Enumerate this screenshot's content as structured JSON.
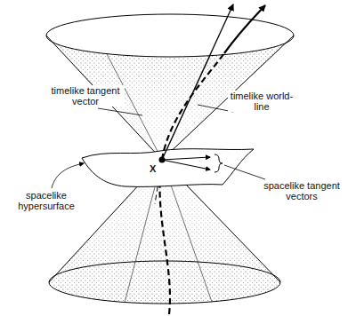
{
  "diagram": {
    "labels": [
      "timelike tangent vector",
      "timelike world-line",
      "spacelike hypersurface",
      "spacelike tangent vectors",
      "X"
    ]
  }
}
